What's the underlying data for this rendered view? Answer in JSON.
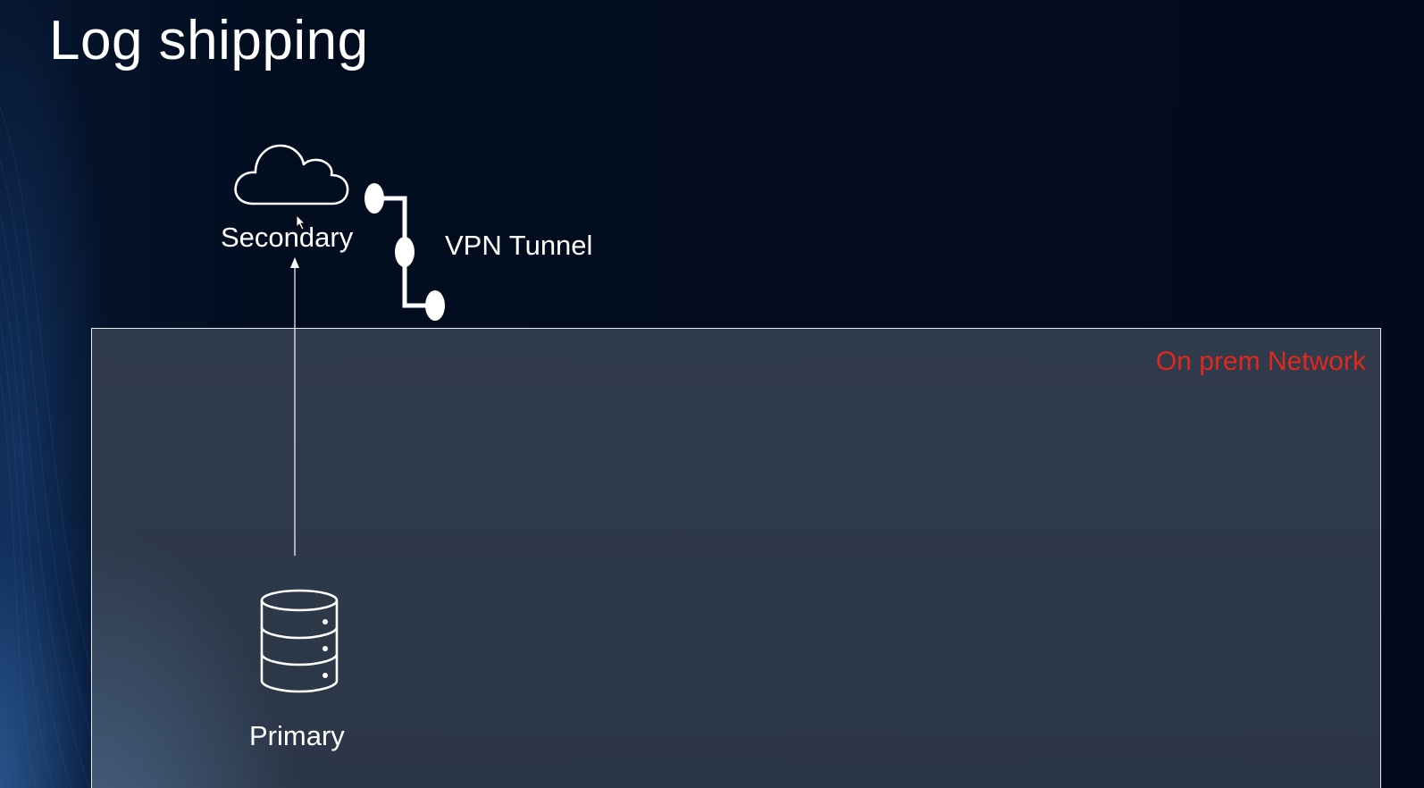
{
  "slide": {
    "title": "Log shipping"
  },
  "diagram": {
    "nodes": {
      "secondary": {
        "label": "Secondary",
        "icon": "cloud-icon"
      },
      "primary": {
        "label": "Primary",
        "icon": "database-icon"
      }
    },
    "vpn": {
      "label": "VPN Tunnel",
      "icon": "vpn-tunnel-icon"
    },
    "network_box": {
      "label": "On prem Network"
    },
    "edges": [
      {
        "from": "Primary",
        "to": "Secondary",
        "style": "arrow"
      }
    ]
  },
  "colors": {
    "background": "#020c1d",
    "network_box_fill": "#2f3a4b",
    "network_label": "#e0281c",
    "foreground": "#ffffff"
  }
}
